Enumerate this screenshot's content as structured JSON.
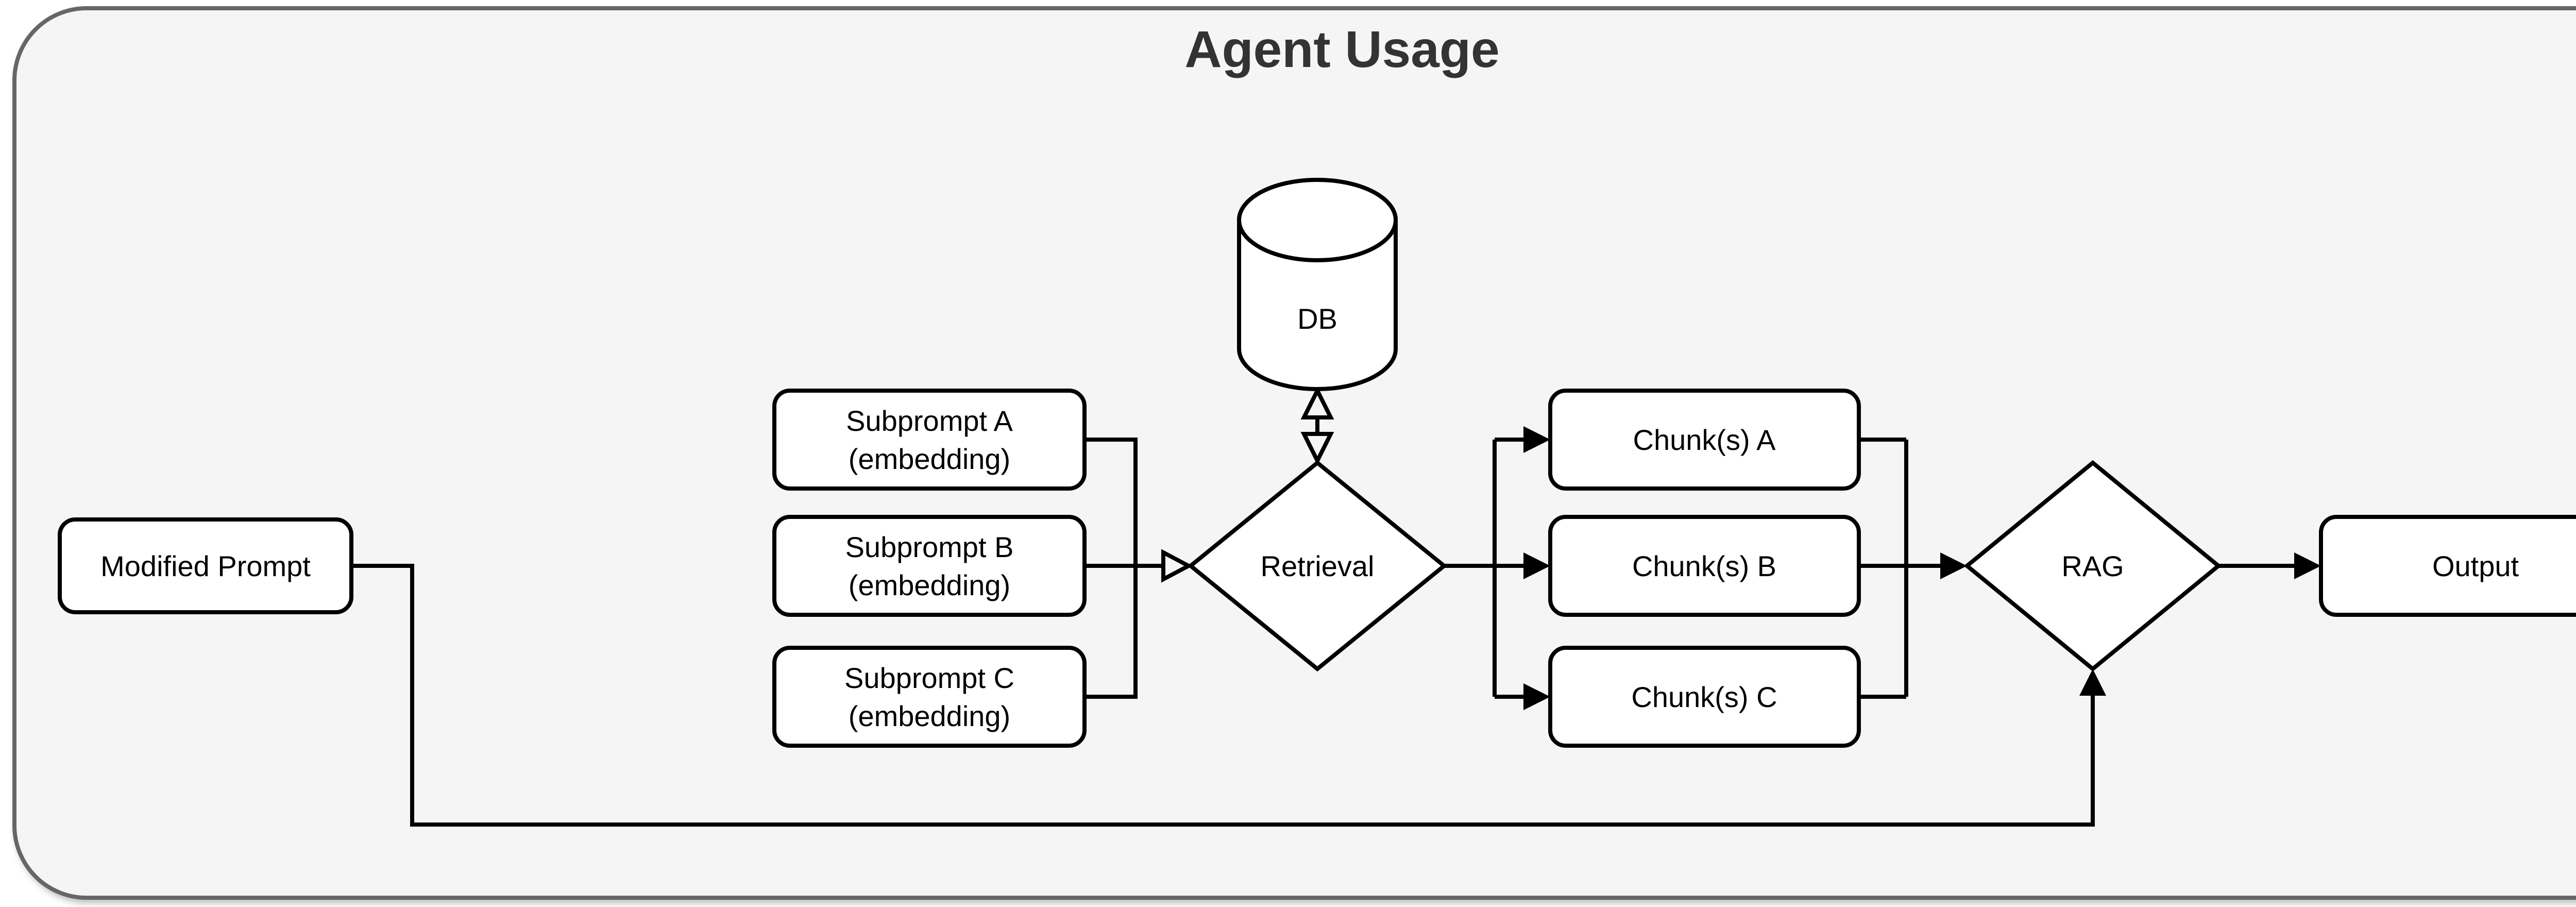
{
  "diagram": {
    "title": "Agent Usage",
    "nodes": {
      "modified_prompt": {
        "label": "Modified Prompt",
        "shape": "rounded-rect"
      },
      "subprompt_a": {
        "label_line1": "Subprompt A",
        "label_line2": "(embedding)",
        "shape": "rounded-rect"
      },
      "subprompt_b": {
        "label_line1": "Subprompt B",
        "label_line2": "(embedding)",
        "shape": "rounded-rect"
      },
      "subprompt_c": {
        "label_line1": "Subprompt C",
        "label_line2": "(embedding)",
        "shape": "rounded-rect"
      },
      "db": {
        "label": "DB",
        "shape": "cylinder"
      },
      "retrieval": {
        "label": "Retrieval",
        "shape": "diamond"
      },
      "chunk_a": {
        "label": "Chunk(s) A",
        "shape": "rounded-rect"
      },
      "chunk_b": {
        "label": "Chunk(s) B",
        "shape": "rounded-rect"
      },
      "chunk_c": {
        "label": "Chunk(s) C",
        "shape": "rounded-rect"
      },
      "rag": {
        "label": "RAG",
        "shape": "diamond"
      },
      "output": {
        "label": "Output",
        "shape": "rounded-rect"
      }
    },
    "edges": [
      {
        "from": "subprompt_a",
        "to": "retrieval",
        "arrowhead": "open"
      },
      {
        "from": "subprompt_b",
        "to": "retrieval",
        "arrowhead": "open"
      },
      {
        "from": "subprompt_c",
        "to": "retrieval",
        "arrowhead": "open"
      },
      {
        "from": "db",
        "to": "retrieval",
        "arrowhead": "open-both-ends"
      },
      {
        "from": "retrieval",
        "to": "chunk_a",
        "arrowhead": "solid"
      },
      {
        "from": "retrieval",
        "to": "chunk_b",
        "arrowhead": "solid"
      },
      {
        "from": "retrieval",
        "to": "chunk_c",
        "arrowhead": "solid"
      },
      {
        "from": "chunk_a",
        "to": "rag",
        "arrowhead": "solid"
      },
      {
        "from": "chunk_b",
        "to": "rag",
        "arrowhead": "solid"
      },
      {
        "from": "chunk_c",
        "to": "rag",
        "arrowhead": "solid"
      },
      {
        "from": "modified_prompt",
        "to": "rag",
        "arrowhead": "solid"
      },
      {
        "from": "rag",
        "to": "output",
        "arrowhead": "solid"
      }
    ],
    "colors": {
      "page_bg": "#FFFFFF",
      "container_fill": "#F5F5F5",
      "container_stroke": "#666666",
      "node_fill": "#FFFFFF",
      "node_stroke": "#000000",
      "edge_stroke": "#000000",
      "title_color": "#333333",
      "label_color": "#000000"
    }
  }
}
